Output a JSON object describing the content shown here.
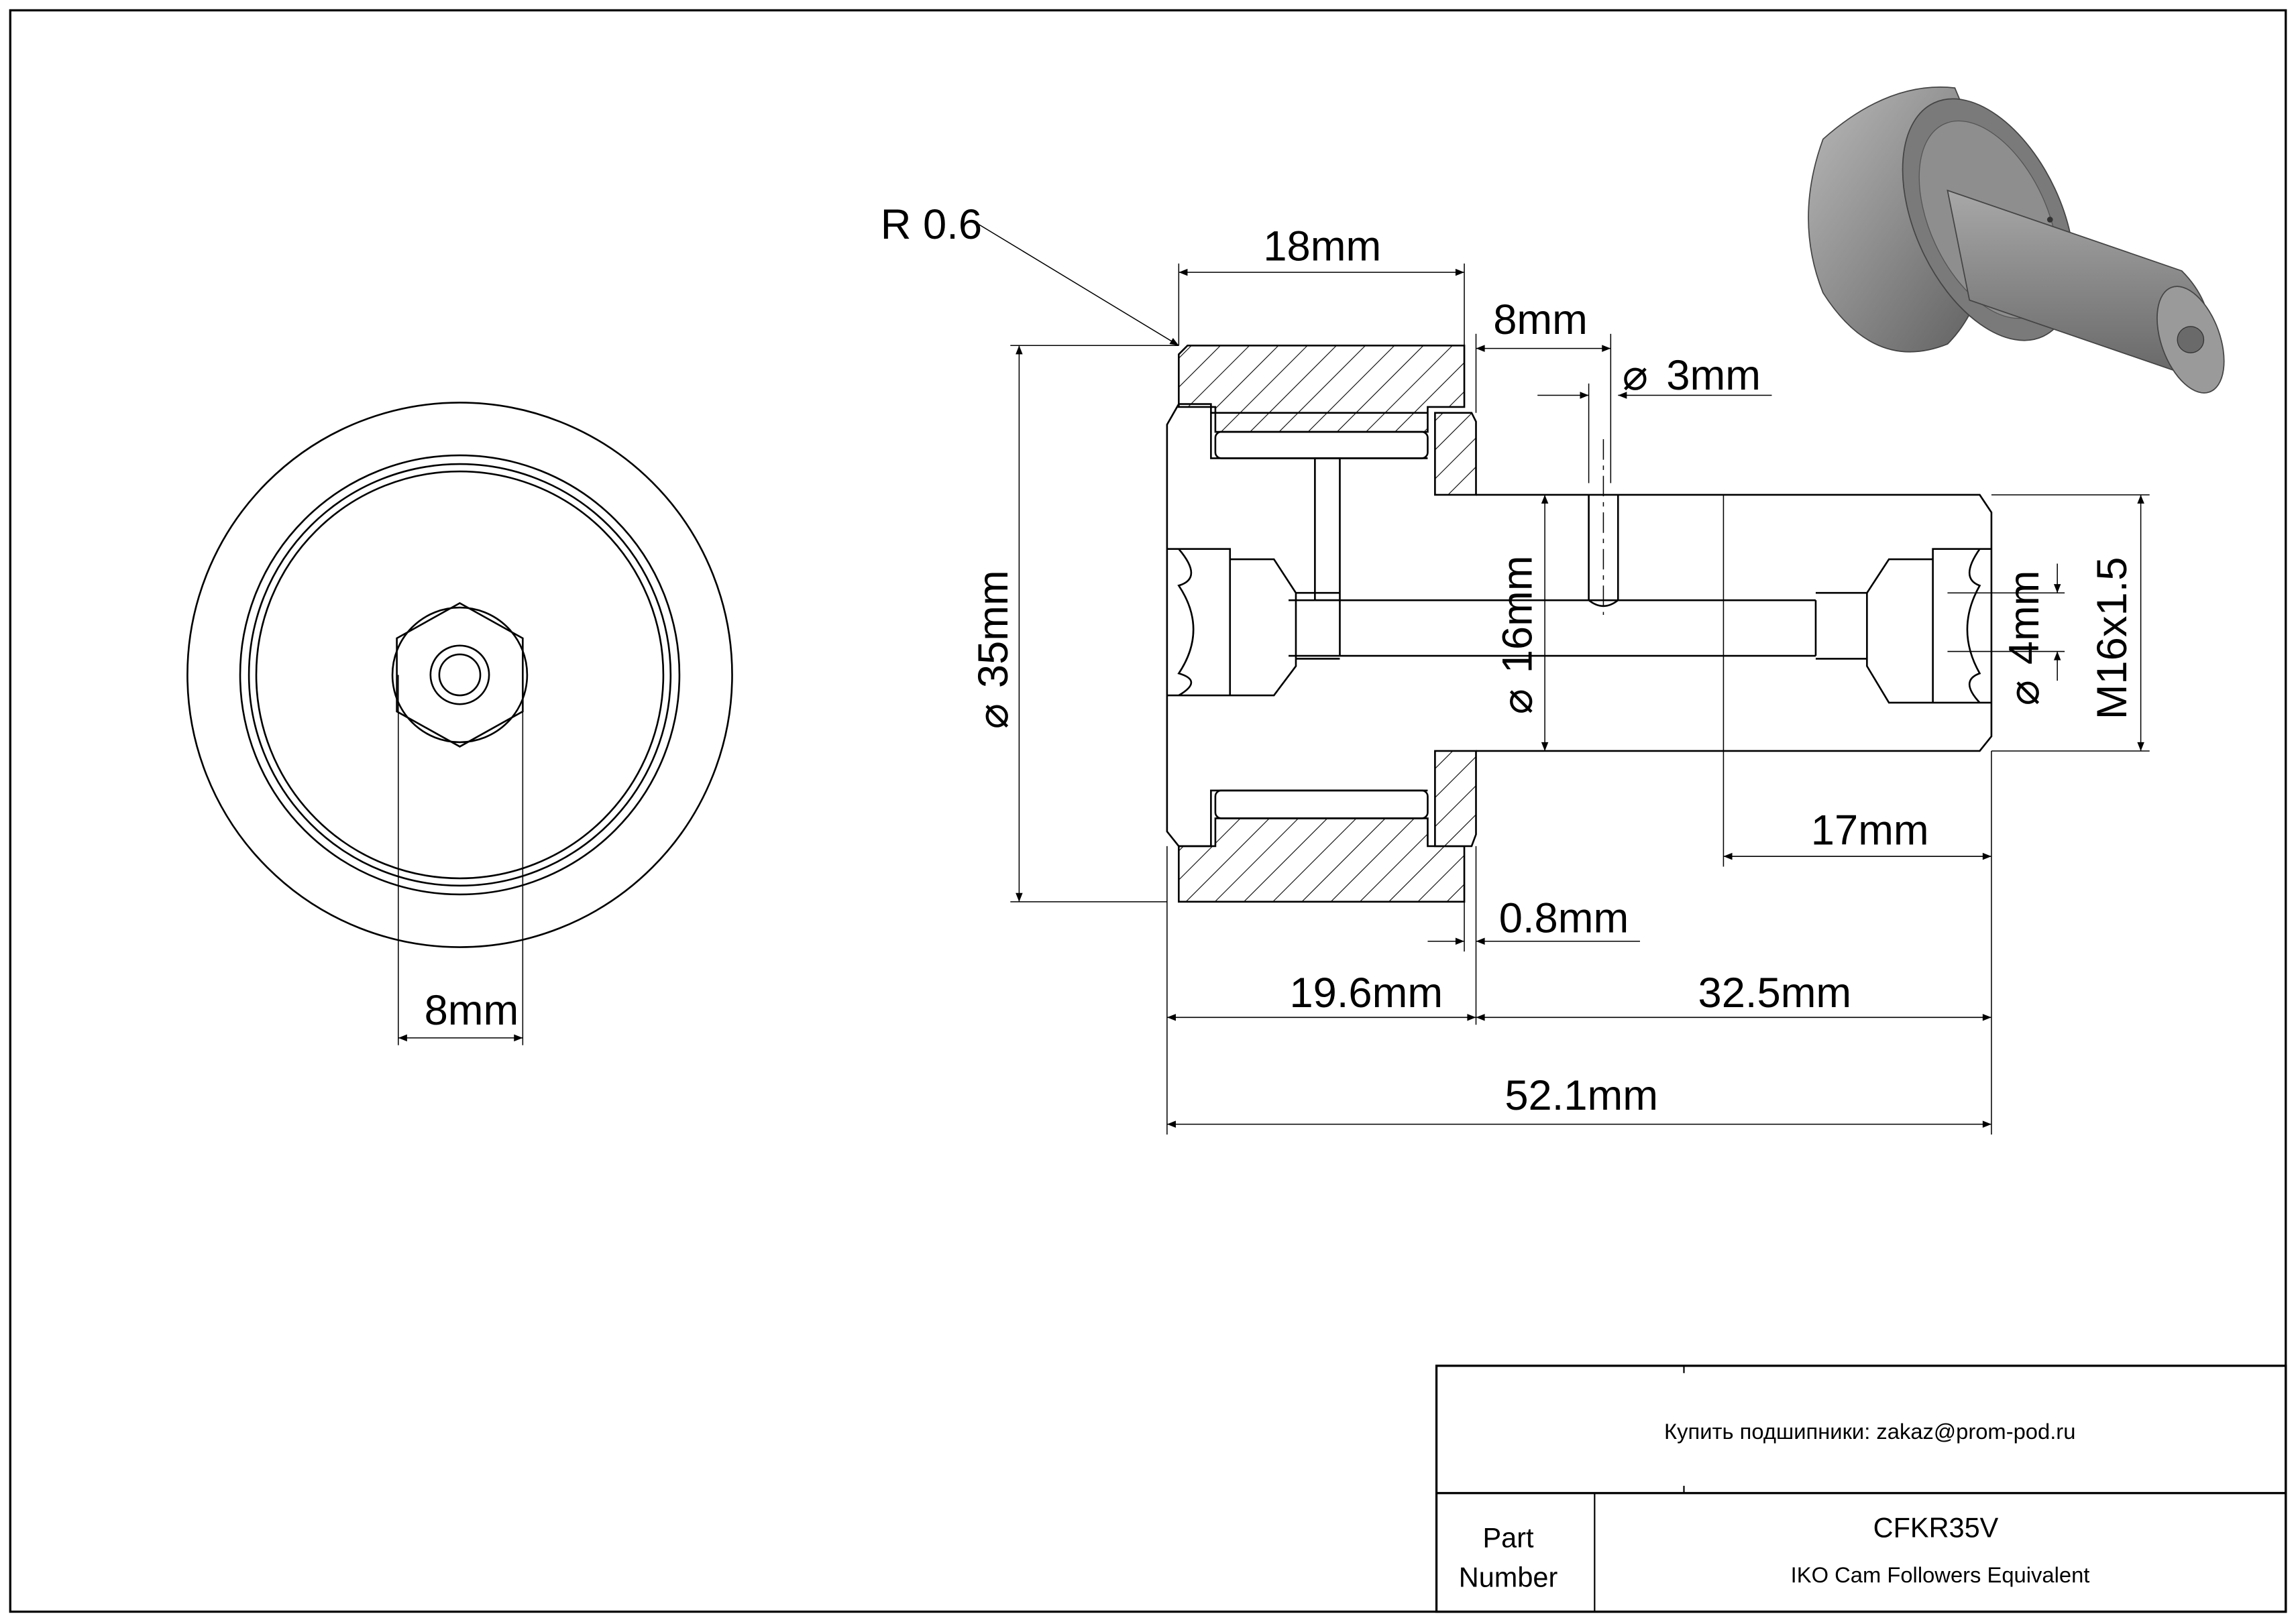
{
  "drawing": {
    "front_view": {
      "width_label": "8mm"
    },
    "section_view": {
      "radius_label": "R 0.6",
      "outer_width_label": "18mm",
      "washer_label": "8mm",
      "oil_hole_label": "3mm",
      "outer_diameter_label": "35mm",
      "stud_diameter_label": "16mm",
      "socket_diameter_label": "4mm",
      "thread_label": "M16x1.5",
      "thread_length_label": "17mm",
      "gap_label": "0.8mm",
      "head_length_label": "19.6mm",
      "stud_length_label": "32.5mm",
      "total_length_label": "52.1mm",
      "diameter_symbol": "⌀"
    }
  },
  "title_block": {
    "contact": "Купить подшипники: zakaz@prom-pod.ru",
    "part_label_line1": "Part",
    "part_label_line2": "Number",
    "part_number": "CFKR35V",
    "description": "IKO Cam Followers Equivalent"
  },
  "colors": {
    "line": "#000000",
    "render_gray": "#8a8a8a"
  }
}
